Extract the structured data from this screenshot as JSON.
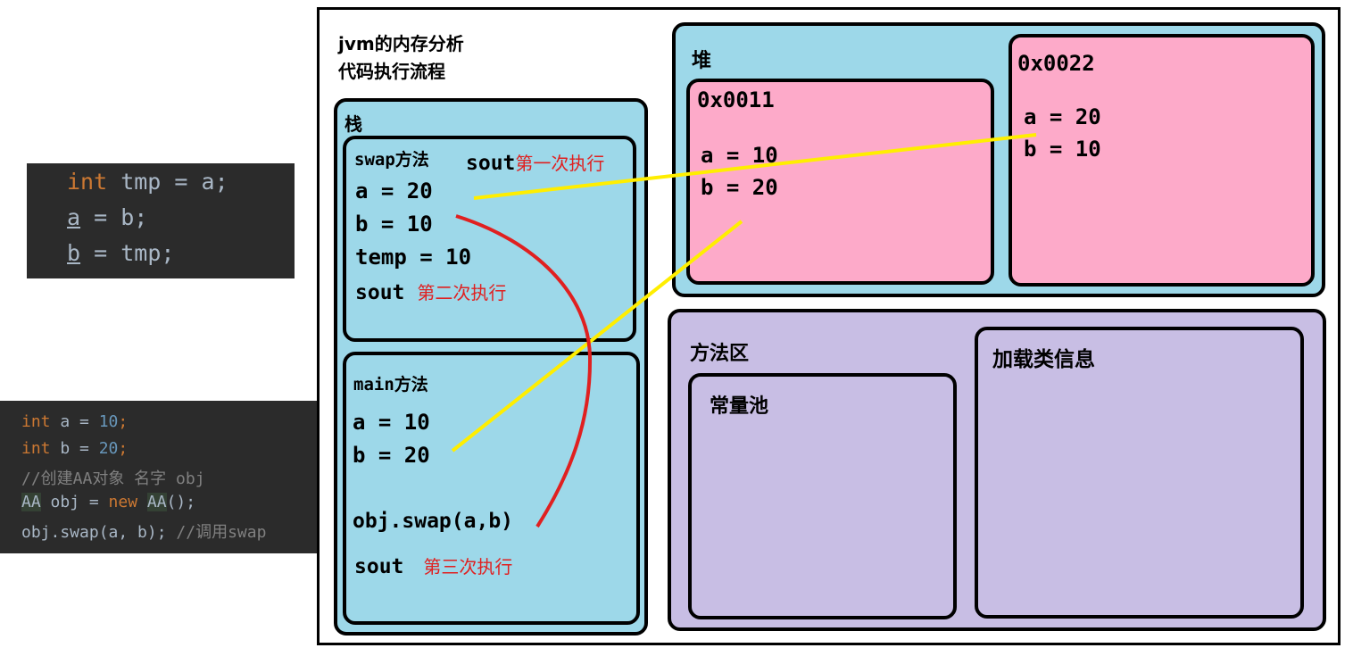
{
  "code_top": {
    "line1": {
      "kw": "int",
      "rest": " tmp = a;"
    },
    "line2": {
      "var": "a",
      "rest": " = b;"
    },
    "line3": {
      "var": "b",
      "rest": " = tmp;"
    }
  },
  "code_bottom": {
    "line1": {
      "kw": "int",
      "mid": " a = ",
      "num": "10",
      "end": ";"
    },
    "line2": {
      "kw": "int",
      "mid": " b = ",
      "num": "20",
      "end": ";"
    },
    "line3": {
      "comment": "//创建AA对象 名字 obj"
    },
    "line4": {
      "cls": "AA",
      "mid": " obj = ",
      "kw": "new",
      "sp": " ",
      "cls2": "AA",
      "end": "();"
    },
    "line5": {
      "code": "obj.swap(a, b); ",
      "comment": "//调用swap"
    }
  },
  "diagram": {
    "title_line1": "jvm的内存分析",
    "title_line2": "代码执行流程",
    "stack": {
      "label": "栈",
      "swap": {
        "label": "swap方法",
        "sout1": "sout",
        "sout1_note": "第一次执行",
        "a": "a = 20",
        "b": "b = 10",
        "temp": "temp = 10",
        "sout2": "sout",
        "sout2_note": "第二次执行"
      },
      "main": {
        "label": "main方法",
        "a": "a = 10",
        "b": "b = 20",
        "call": "obj.swap(a,b)",
        "sout3": "sout",
        "sout3_note": "第三次执行"
      }
    },
    "heap": {
      "label": "堆",
      "obj1": {
        "address": "0x0011",
        "a": "a = 10",
        "b": "b = 20"
      },
      "obj2": {
        "address": "0x0022",
        "a": "a = 20",
        "b": "b = 10"
      }
    },
    "method_area": {
      "label": "方法区",
      "constant_pool": "常量池",
      "class_info": "加载类信息"
    }
  },
  "colors": {
    "stack_fill": "#9dd8e9",
    "heap_fill": "#9dd8e9",
    "object_fill": "#fdaac9",
    "method_area_fill": "#c8bee4",
    "pointer_line": "#ffee00",
    "flow_curve": "#e02020",
    "annotation_text": "#e02020"
  }
}
